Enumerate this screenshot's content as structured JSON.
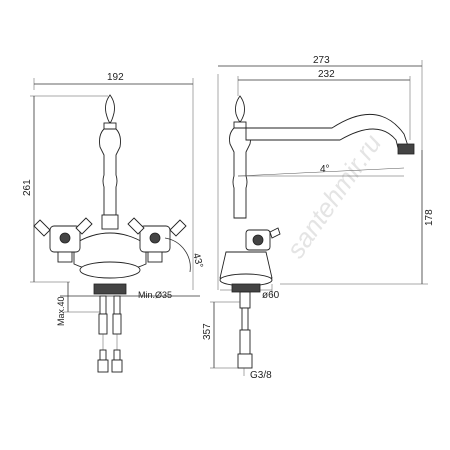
{
  "watermark": "santehmir.ru",
  "front_view": {
    "width_label": "192",
    "height_label": "261",
    "angle_label": "43°",
    "max_label": "Max.40",
    "min_label": "Min.Ø35"
  },
  "side_view": {
    "total_width_label": "273",
    "spout_reach_label": "232",
    "tilt_label": "4°",
    "spout_height_label": "178",
    "base_label": "ø60",
    "hose_length_label": "357",
    "thread_label": "G3/8"
  }
}
